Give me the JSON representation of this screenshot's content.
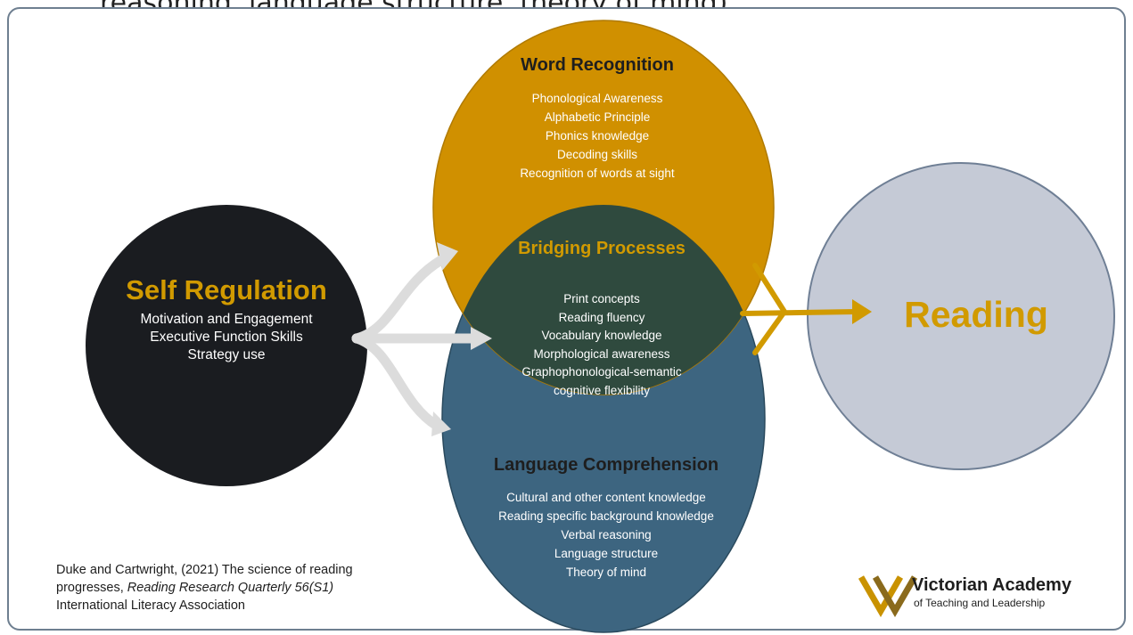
{
  "top_caption": "reasoning, language structure, theory of mind)",
  "colors": {
    "accent": "#d19a00",
    "word_recognition_fill": "#d09000",
    "bridging_fill": "#2f4a3e",
    "language_fill": "#3d6580",
    "self_regulation_fill": "#1a1c20",
    "reading_fill": "#c5cad6",
    "arrow_gray": "#dcdcdc"
  },
  "self_regulation": {
    "title": "Self Regulation",
    "items": [
      "Motivation and Engagement",
      "Executive Function Skills",
      "Strategy use"
    ]
  },
  "word_recognition": {
    "title": "Word Recognition",
    "items": [
      "Phonological Awareness",
      "Alphabetic Principle",
      "Phonics knowledge",
      "Decoding skills",
      "Recognition of words at sight"
    ]
  },
  "bridging_processes": {
    "title": "Bridging Processes",
    "items": [
      "Print concepts",
      "Reading fluency",
      "Vocabulary knowledge",
      "Morphological awareness",
      "Graphophonological-semantic",
      "cognitive flexibility"
    ]
  },
  "language_comprehension": {
    "title": "Language Comprehension",
    "items": [
      "Cultural and other content knowledge",
      "Reading specific background knowledge",
      "Verbal reasoning",
      "Language structure",
      "Theory of mind"
    ]
  },
  "reading": {
    "title": "Reading"
  },
  "citation": {
    "line1": "Duke and Cartwright, (2021) The science of reading",
    "line2_plain": "progresses, ",
    "line2_italic": "Reading Research Quarterly 56(S1)",
    "line3": "International Literacy Association"
  },
  "logo": {
    "name": "Victorian Academy",
    "subtitle": "of Teaching and Leadership",
    "icon": "va-chevron-logo-icon"
  }
}
